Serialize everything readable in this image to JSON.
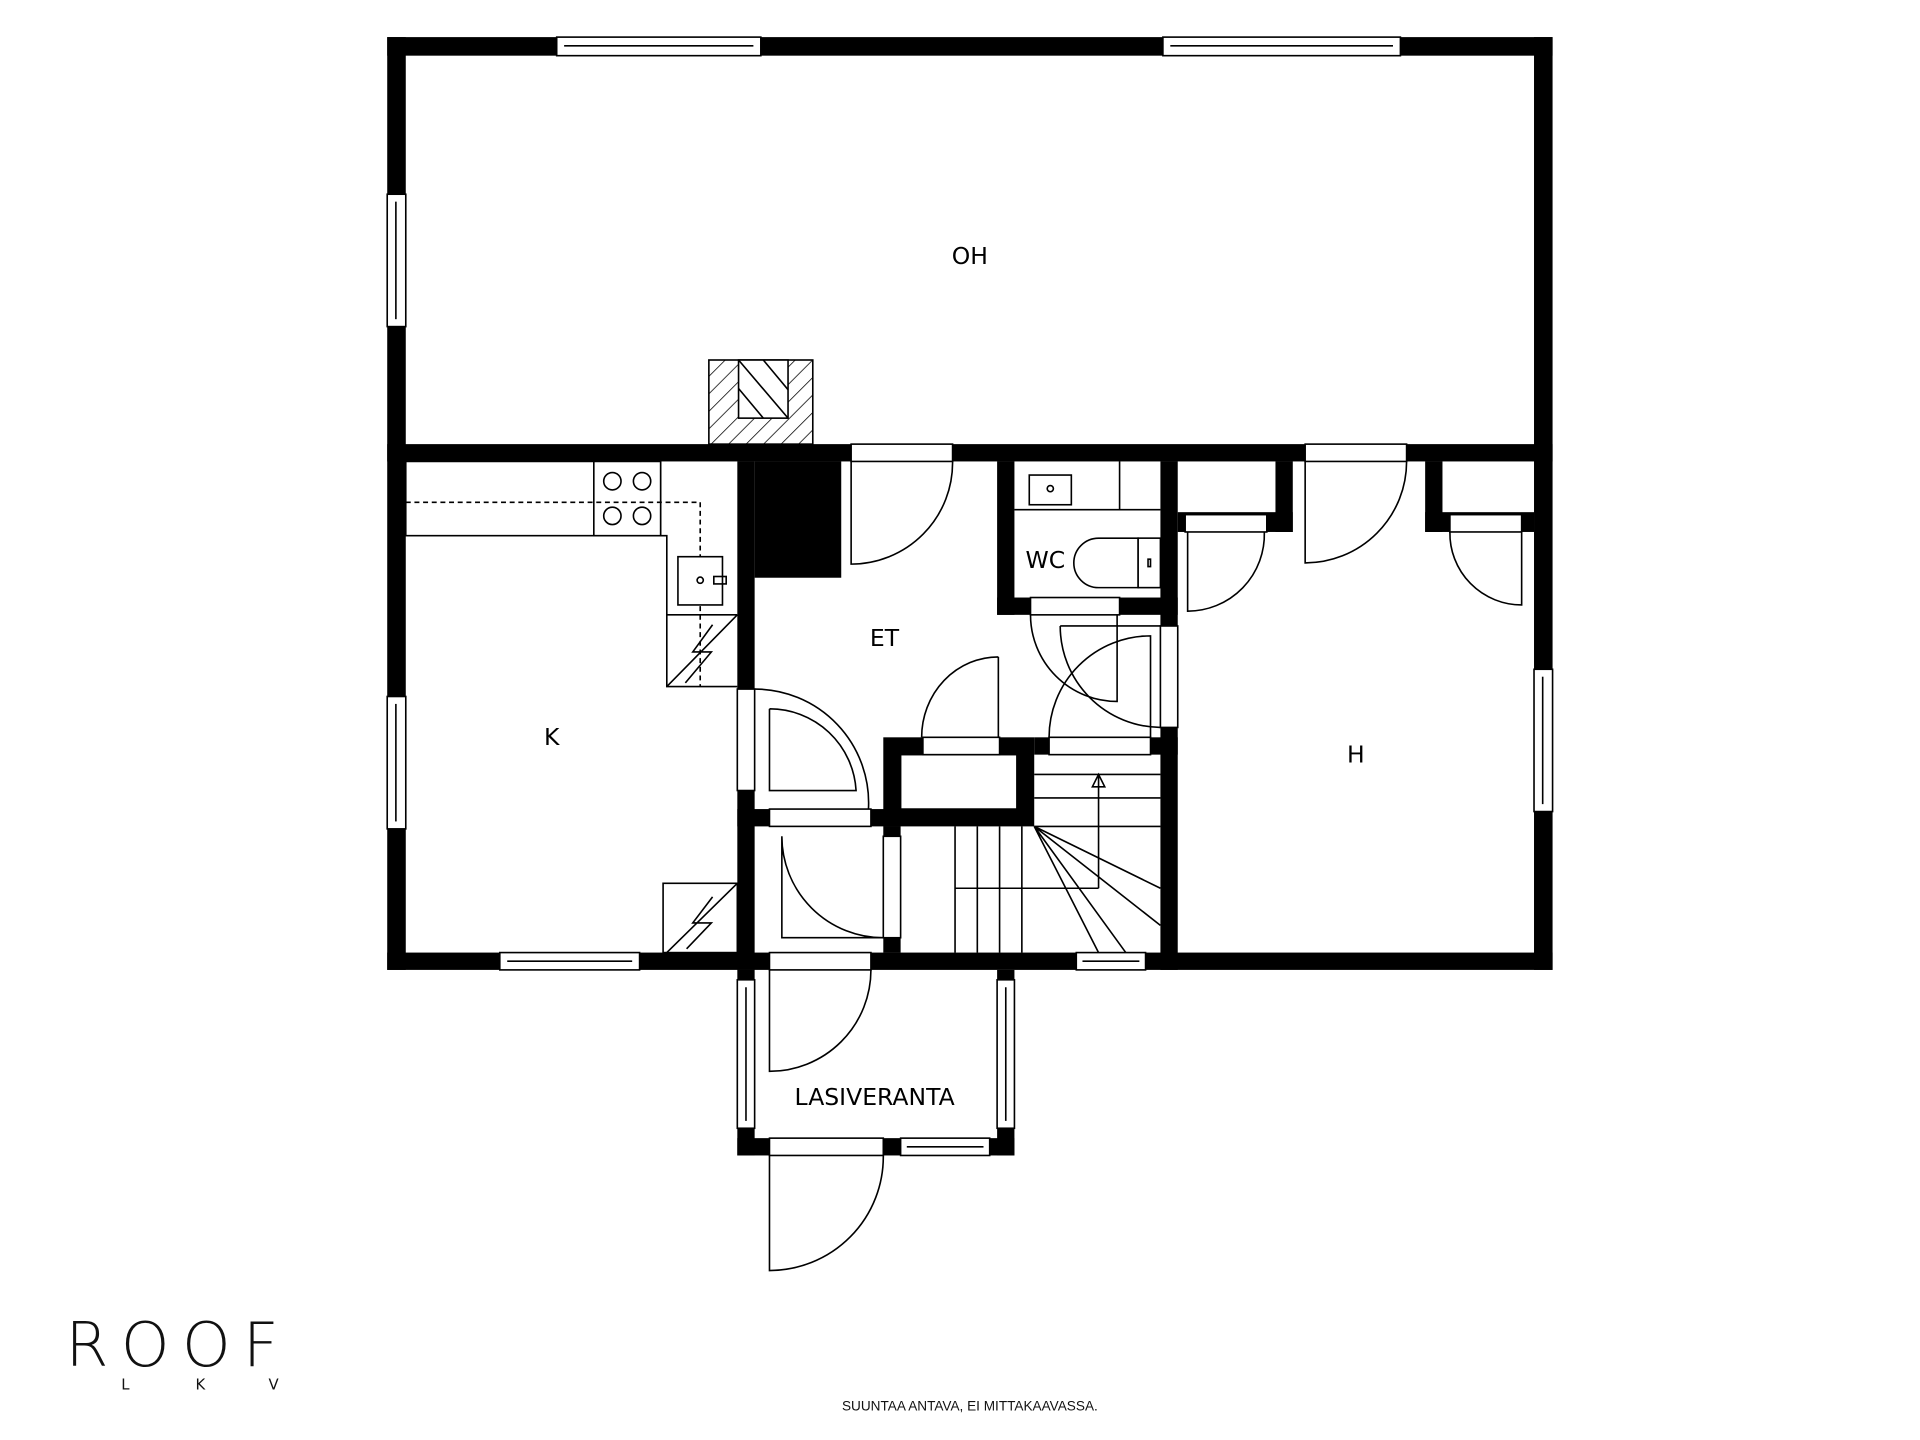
{
  "rooms": {
    "oh": "OH",
    "k": "K",
    "et": "ET",
    "wc": "WC",
    "h": "H",
    "lasiveranta": "LASIVERANTA"
  },
  "logo": {
    "name": "ROOF",
    "sub": [
      "L",
      "K",
      "V"
    ]
  },
  "disclaimer": "SUUNTAA ANTAVA, EI MITTAKAAVASSA."
}
